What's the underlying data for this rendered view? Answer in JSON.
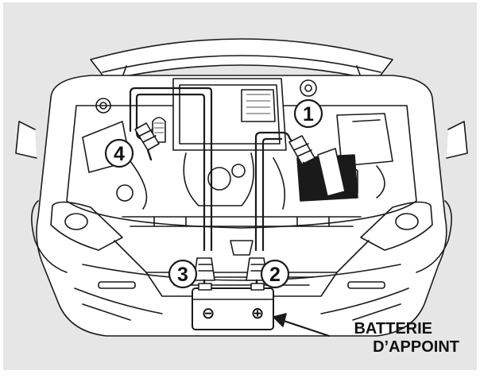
{
  "callouts": {
    "step1": "1",
    "step2": "2",
    "step3": "3",
    "step4": "4"
  },
  "booster_battery": {
    "negative_symbol": "⊖",
    "positive_symbol": "⊕",
    "caption_line1": "BATTERIE",
    "caption_line2": "D’APPOINT"
  },
  "colors": {
    "background": "#e6e6e6",
    "line": "#1a1a1a",
    "fill": "#ffffff"
  }
}
